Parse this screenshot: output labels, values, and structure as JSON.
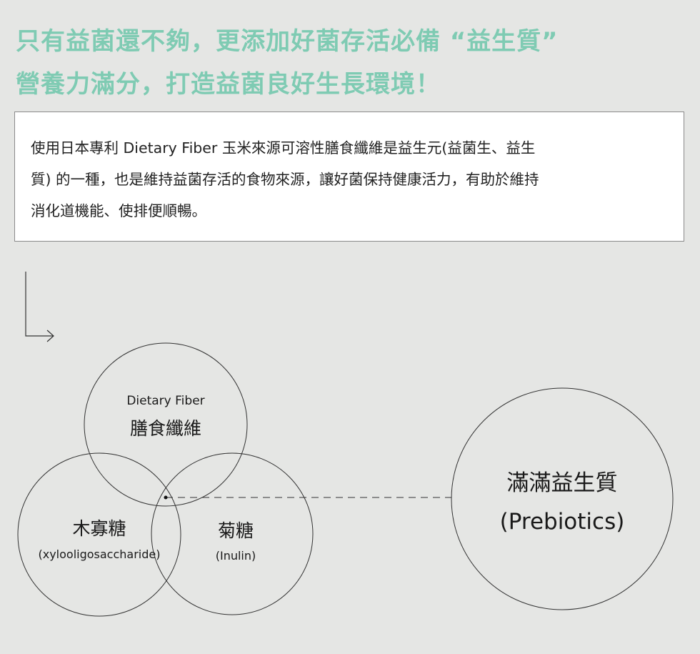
{
  "headline": {
    "line1": "只有益菌還不夠，更添加好菌存活必備 “益生質”",
    "line2": "營養力滿分，打造益菌良好生長環境！"
  },
  "description": "使用日本專利 Dietary Fiber 玉米來源可溶性膳食纖維是益生元(益菌生、益生\n質) 的一種，也是維持益菌存活的食物來源，讓好菌保持健康活力，有助於維持\n消化道機能、使排便順暢。",
  "diagram": {
    "fiber": {
      "en": "Dietary Fiber",
      "zh": "膳食纖維"
    },
    "xylo": {
      "zh": "木寡糖",
      "en": "(xylooligosaccharide)"
    },
    "inulin": {
      "zh": "菊糖",
      "en": "(Inulin)"
    },
    "result": {
      "zh": "滿滿益生質",
      "en": "(Prebiotics)"
    }
  },
  "colors": {
    "headline": "#7fcbb3",
    "background": "#e5e6e4",
    "line": "#333333"
  }
}
